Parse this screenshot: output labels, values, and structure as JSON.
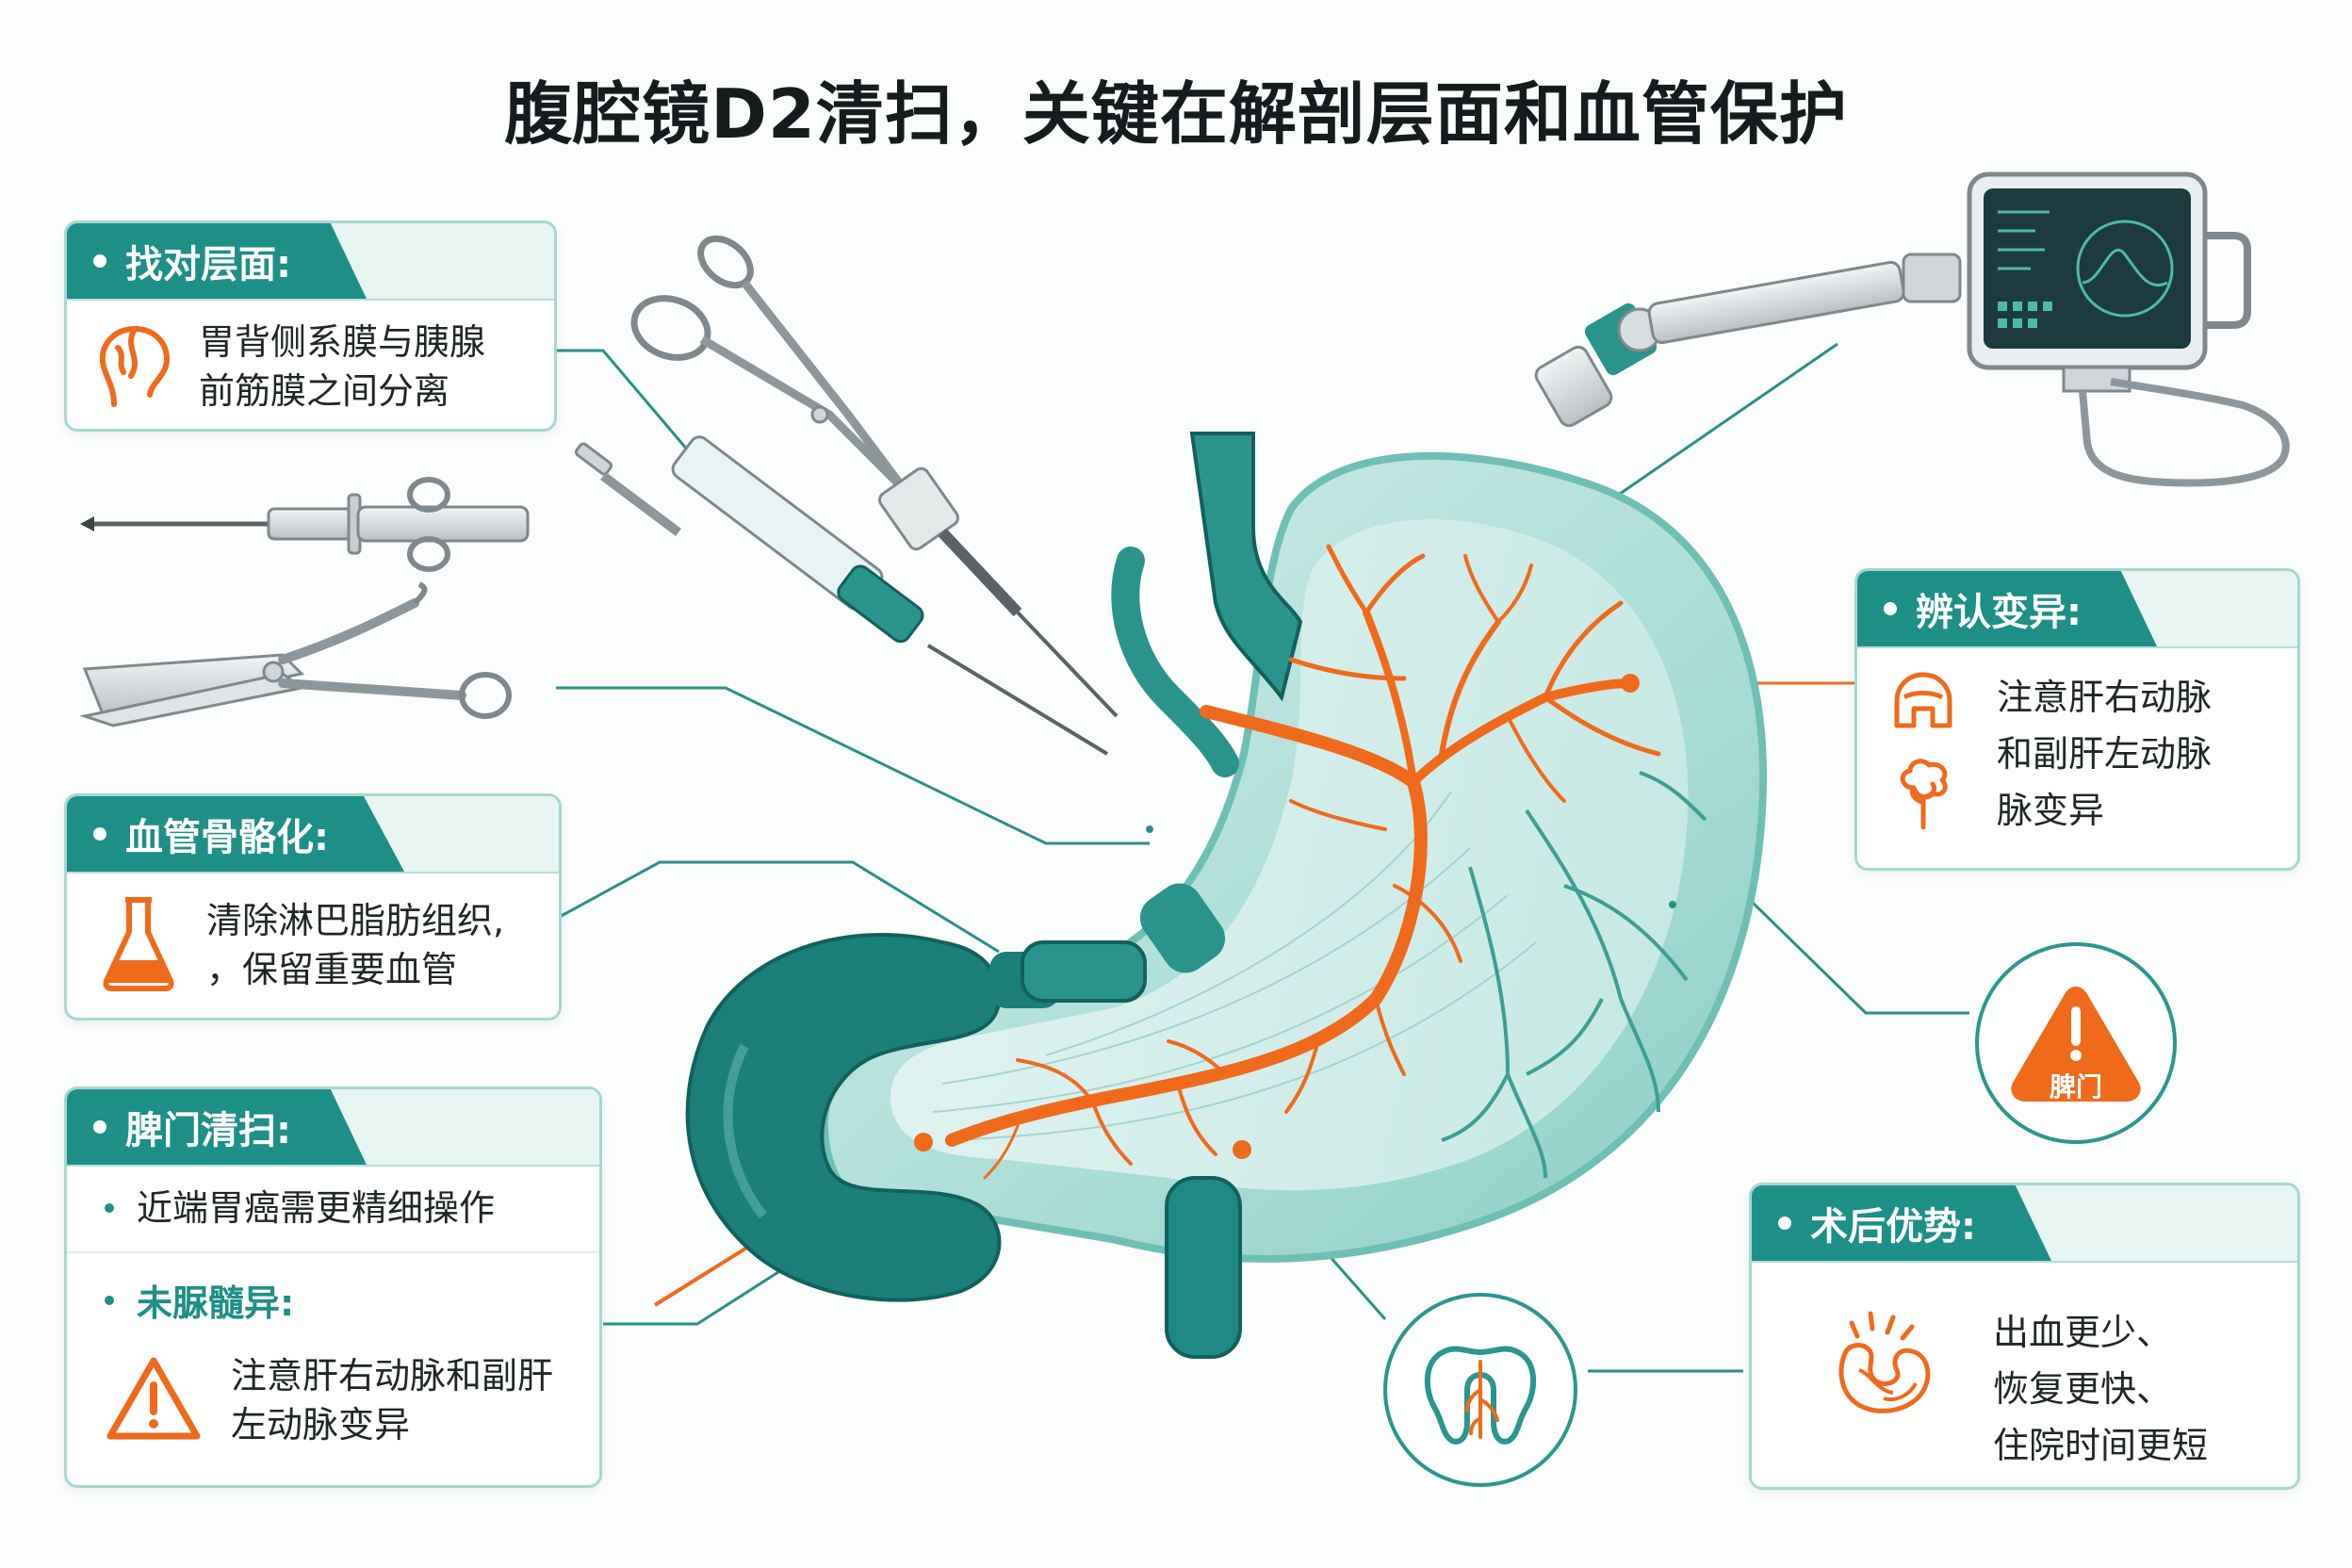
{
  "title": "腹腔镜D2清扫，关键在解剖层面和血管保护",
  "cards": {
    "layer": {
      "header": "找对层面:",
      "lines": [
        "胃背侧系膜与胰腺",
        "前筋膜之间分离"
      ]
    },
    "vessel": {
      "header": "血管骨骼化:",
      "lines": [
        "清除淋巴脂肪组织,",
        "，保留重要血管"
      ]
    },
    "spleen": {
      "header": "脾门清扫:",
      "item1": "近端胃癌需更精细操作",
      "subhead": "未脲髓异:",
      "lines": [
        "注意肝右动脉和副肝",
        "左动脉变异"
      ]
    },
    "variant": {
      "header": "辨认变异:",
      "lines": [
        "注意肝右动脉",
        "和副肝左动脉",
        "脉变异"
      ]
    },
    "postop": {
      "header": "术后优势:",
      "lines": [
        "出血更少、",
        "恢复更快、",
        "住院时间更短"
      ]
    }
  },
  "warning_badge": "脾门",
  "colors": {
    "teal": "#1e8f86",
    "teal_dark": "#1b7b76",
    "orange": "#f06a1c",
    "card_border": "#a9d6d1"
  },
  "icons": [
    "brain-outline-icon",
    "flask-icon",
    "warning-triangle-icon",
    "helmet-icon",
    "tree-icon",
    "intestine-icon",
    "spleen-organ-icon"
  ]
}
